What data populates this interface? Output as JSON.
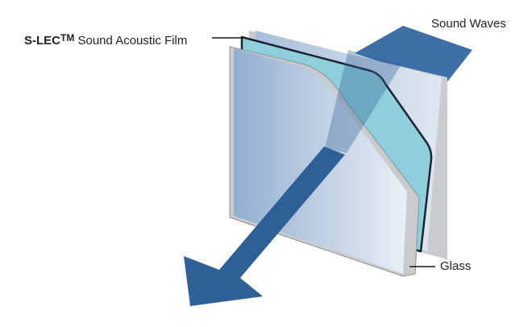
{
  "labels": {
    "film_brand": "S-LEC",
    "film_tm": "TM",
    "film_rest": " Sound Acoustic Film",
    "sound_waves": "Sound Waves",
    "glass": "Glass"
  },
  "icons": {
    "arrow": "sound-exit-arrow-icon",
    "waves": "sound-waves-band-icon"
  },
  "colors": {
    "arrow": "#2e5f96",
    "waves_band": "#3e6fa6",
    "film": "#8fcfdc",
    "glass_front": "#9fb8d6",
    "glass_edge": "#c9cbce",
    "text": "#222222"
  }
}
